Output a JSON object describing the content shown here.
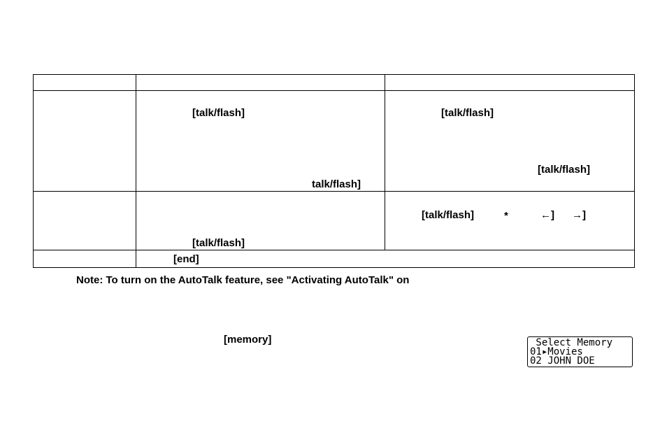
{
  "table": {
    "row1": {
      "col2_line1": "[talk/flash]",
      "col2_line2": "talk/flash]",
      "col3_line1": "[talk/flash]",
      "col3_line2": "[talk/flash]"
    },
    "row2": {
      "col2_line1": "[talk/flash]",
      "col3_line1": "[talk/flash]",
      "col3_glyph_star": "*",
      "col3_glyph_left": "←]",
      "col3_glyph_right": "→]"
    },
    "row3": {
      "col2_line1": "[end]"
    }
  },
  "note": "Note: To turn on the AutoTalk feature, see \"Activating AutoTalk\" on",
  "memory_key": "[memory]",
  "lcd": {
    "line1": " Select Memory",
    "line2": "01▸Movies",
    "line3": "02 JOHN DOE"
  }
}
